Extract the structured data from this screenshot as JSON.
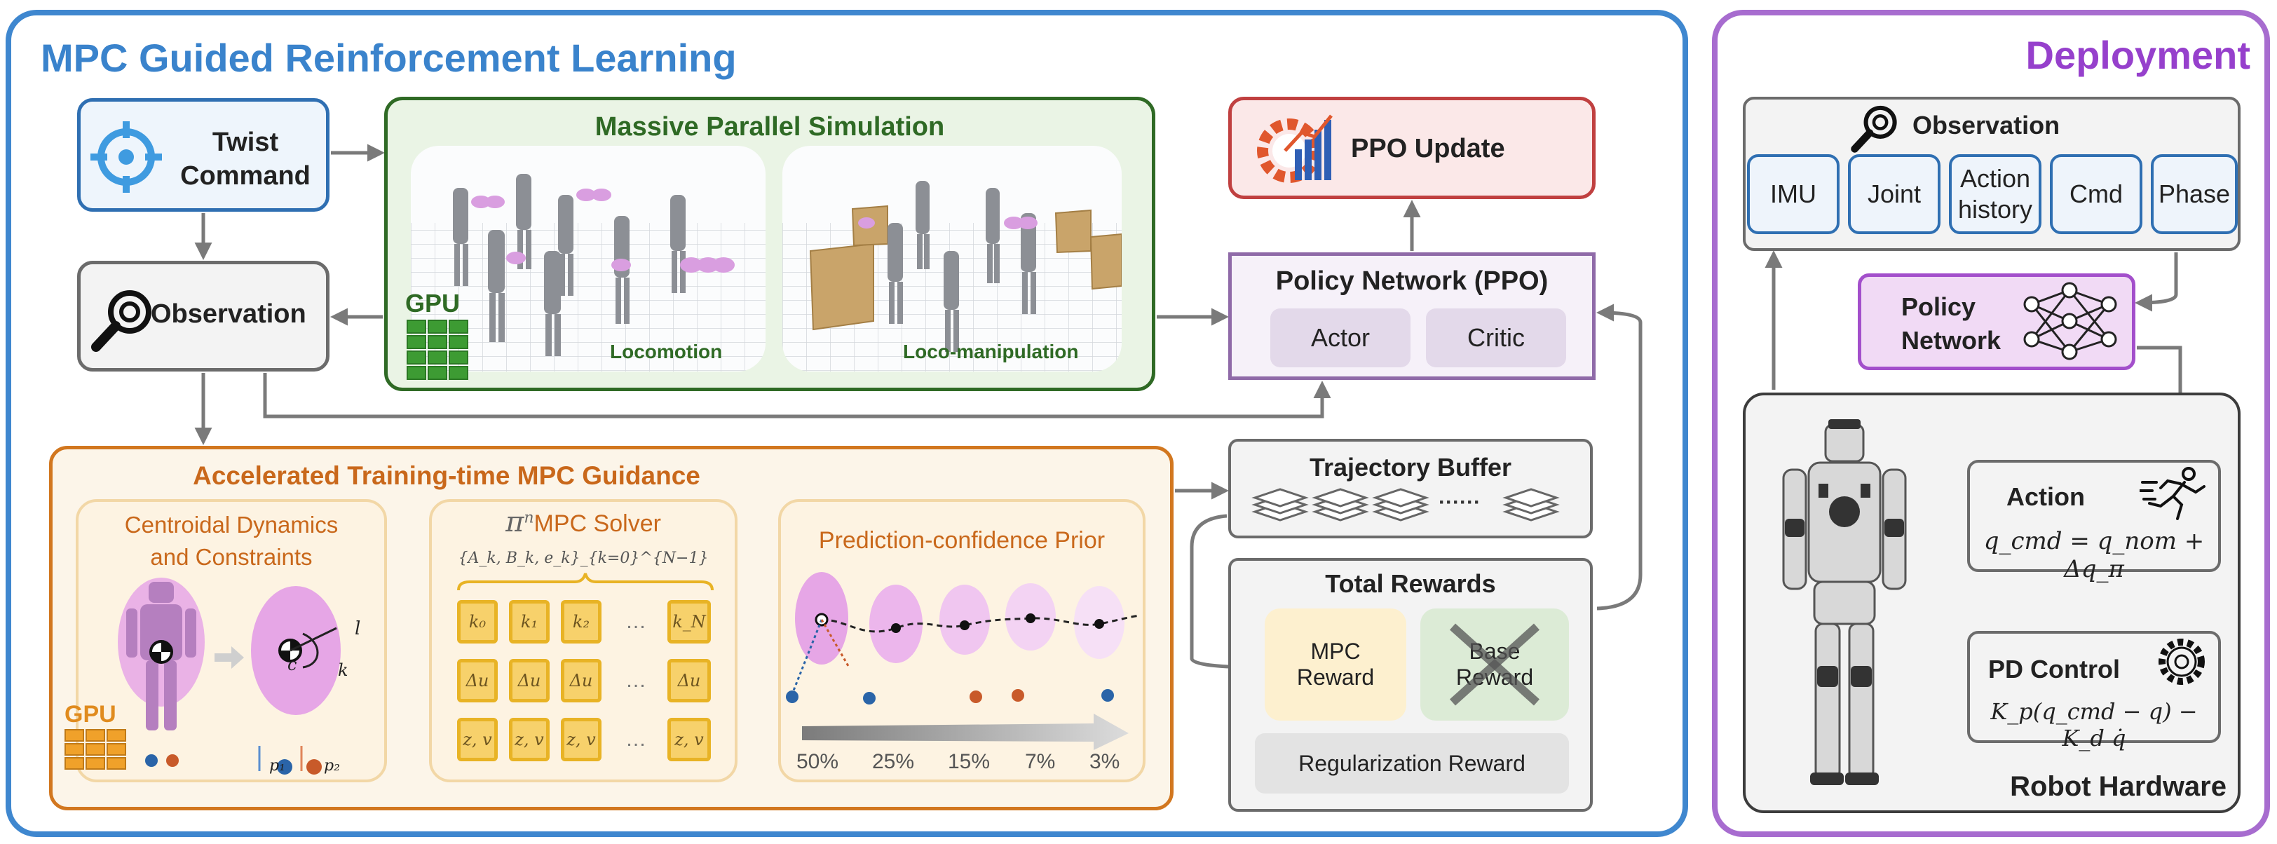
{
  "left_panel": {
    "title": "MPC Guided Reinforcement Learning"
  },
  "right_panel": {
    "title": "Deployment"
  },
  "twist_command": {
    "label_line1": "Twist",
    "label_line2": "Command",
    "icon": "crosshair-icon"
  },
  "observation": {
    "label": "Observation",
    "icon": "magnifier-icon"
  },
  "simulation": {
    "title": "Massive Parallel Simulation",
    "gpu_label": "GPU",
    "scene1_label": "Locomotion",
    "scene2_label": "Loco-manipulation"
  },
  "ppo_update": {
    "label": "PPO Update",
    "icon": "gear-chart-icon"
  },
  "policy_network": {
    "title": "Policy Network (PPO)",
    "actor": "Actor",
    "critic": "Critic"
  },
  "mpc_guidance": {
    "title": "Accelerated Training-time MPC Guidance",
    "gpu_label": "GPU",
    "centroidal": {
      "title_line1": "Centroidal Dynamics",
      "title_line2": "and Constraints",
      "l_label": "l",
      "c_label": "c",
      "k_label": "k",
      "p1_label": "p₁",
      "p2_label": "p₂"
    },
    "solver": {
      "title_prefix": "π",
      "title_sup": "n",
      "title_suffix": "MPC Solver",
      "brace_label": "{A_k, B_k, e_k}_{k=0}^{N−1}",
      "row1": [
        "k₀",
        "k₁",
        "k₂",
        "…",
        "k_N"
      ],
      "row2": [
        "Δu",
        "Δu",
        "Δu",
        "…",
        "Δu"
      ],
      "row3": [
        "z, v",
        "z, v",
        "z, v",
        "…",
        "z, v"
      ]
    },
    "prior": {
      "title": "Prediction-confidence Prior",
      "percentages": [
        "50%",
        "25%",
        "15%",
        "7%",
        "3%"
      ]
    }
  },
  "trajectory_buffer": {
    "title": "Trajectory Buffer",
    "ellipsis": "······"
  },
  "total_rewards": {
    "title": "Total Rewards",
    "mpc_line1": "MPC",
    "mpc_line2": "Reward",
    "base_line1": "Base",
    "base_line2": "Reward",
    "regularization": "Regularization Reward"
  },
  "deployment": {
    "observation_title": "Observation",
    "chips": [
      "IMU",
      "Joint",
      "Action history",
      "Cmd",
      "Phase"
    ],
    "policy_line1": "Policy",
    "policy_line2": "Network",
    "action_title": "Action",
    "action_formula": "q_cmd = q_nom + Δq_π",
    "pd_title": "PD Control",
    "pd_formula": "K_p(q_cmd − q) − K_d q̇",
    "hardware_label": "Robot Hardware"
  },
  "colors": {
    "rl_blue": "#3a83cc",
    "deploy_purple": "#9640cc",
    "sim_green": "#2f6a25",
    "mpc_orange": "#d2771f",
    "ppo_red": "#c04040"
  }
}
